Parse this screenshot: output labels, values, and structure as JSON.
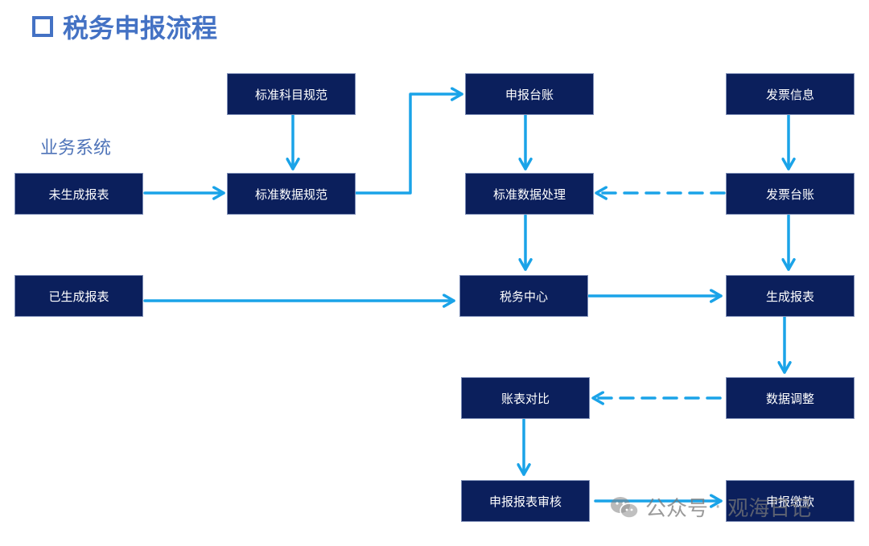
{
  "title": "税务申报流程",
  "section_label": "业务系统",
  "nodes": {
    "std_subject": "标准科目规范",
    "declare_ledger": "申报台账",
    "invoice_info": "发票信息",
    "ungenerated_report": "未生成报表",
    "std_data_norm": "标准数据规范",
    "std_data_proc": "标准数据处理",
    "invoice_ledger": "发票台账",
    "generated_report": "已生成报表",
    "tax_center": "税务中心",
    "gen_report": "生成报表",
    "account_compare": "账表对比",
    "data_adjust": "数据调整",
    "report_review": "申报报表审核",
    "declare_pay": "申报缴款"
  },
  "watermark": {
    "icon": "wechat-icon",
    "left_text": "公众号",
    "separator": "·",
    "right_text": "观海日记"
  },
  "colors": {
    "title": "#4472c4",
    "node_fill": "#0b1f5c",
    "arrow": "#1aa3e8"
  }
}
